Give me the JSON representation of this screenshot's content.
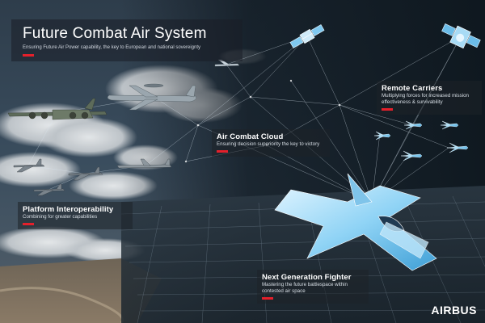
{
  "title": "Future Combat Air System",
  "subtitle": "Ensuring Future Air Power capability, the key to European and national sovereignty",
  "accent_color": "#e4202b",
  "labels": {
    "remote_carriers": {
      "title": "Remote Carriers",
      "line1": "Multiplying forces for increased mission",
      "line2": "effectiveness & survivability"
    },
    "air_combat_cloud": {
      "title": "Air Combat Cloud",
      "line1": "Ensuring decision superiority the key to victory"
    },
    "platform_interoperability": {
      "title": "Platform Interoperability",
      "line1": "Combining for greater capabilities"
    },
    "next_gen_fighter": {
      "title": "Next Generation Fighter",
      "line1": "Mastering the future battlespace within",
      "line2": "contested air space"
    }
  },
  "logo": "AIRBUS"
}
